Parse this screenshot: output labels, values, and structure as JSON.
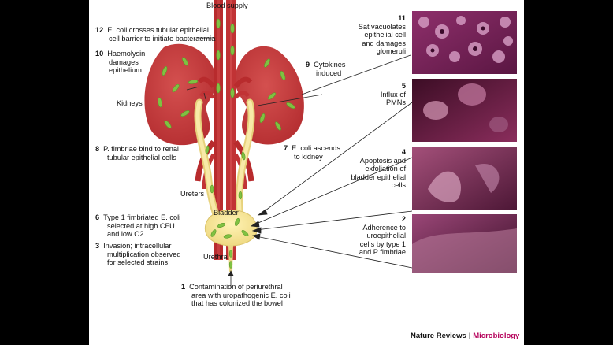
{
  "title": "Blood supply",
  "organs": {
    "kidneys": "Kidneys",
    "ureters": "Ureters",
    "bladder": "Bladder",
    "urethra": "Urethra"
  },
  "steps": [
    {
      "num": "1",
      "lines": [
        "Contamination of periurethral",
        "area with uropathogenic E. coli",
        "that has colonized the bowel"
      ]
    },
    {
      "num": "2",
      "lines": [
        "Adherence to",
        "uroepithelial",
        "cells by type 1",
        "and P fimbriae"
      ]
    },
    {
      "num": "3",
      "lines": [
        "Invasion; intracellular",
        "multiplication observed",
        "for selected strains"
      ]
    },
    {
      "num": "4",
      "lines": [
        "Apoptosis and",
        "exfoliation of",
        "bladder epithelial",
        "cells"
      ]
    },
    {
      "num": "5",
      "lines": [
        "Influx of",
        "PMNs"
      ]
    },
    {
      "num": "6",
      "lines": [
        "Type 1 fimbriated E. coli",
        "selected at high CFU",
        "and low O2"
      ]
    },
    {
      "num": "7",
      "lines": [
        "E. coli ascends",
        "to kidney"
      ]
    },
    {
      "num": "8",
      "lines": [
        "P. fimbriae bind to renal",
        "tubular epithelial cells"
      ]
    },
    {
      "num": "9",
      "lines": [
        "Cytokines",
        "induced"
      ]
    },
    {
      "num": "10",
      "lines": [
        "Haemolysin",
        "damages",
        "epithelium"
      ]
    },
    {
      "num": "11",
      "lines": [
        "Sat vacuolates",
        "epithelial cell",
        "and damages",
        "glomeruli"
      ]
    },
    {
      "num": "12",
      "lines": [
        "E. coli crosses tubular epithelial",
        "cell barrier to initiate bacteraemia"
      ]
    }
  ],
  "credit": {
    "journal": "Nature Reviews",
    "separator": "|",
    "subject": "Microbiology"
  },
  "colors": {
    "kidney": "#c63b3d",
    "vessel": "#b72b2d",
    "ureter": "#f1df8a",
    "bacteria": "#7fc040",
    "micrograph": "#7a1f4f"
  }
}
